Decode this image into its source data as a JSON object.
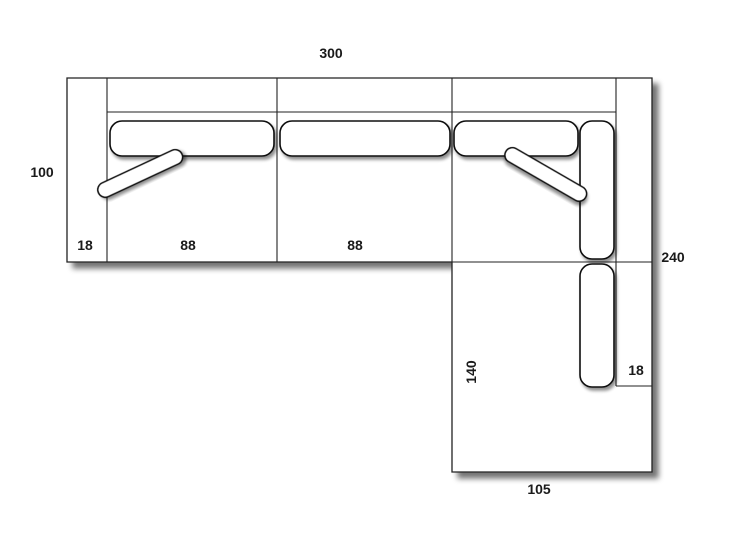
{
  "diagram": {
    "dimensions": {
      "total_width": "300",
      "depth": "100",
      "armrest_left": "18",
      "seat_1": "88",
      "seat_2": "88",
      "total_depth": "240",
      "chaise_length": "140",
      "chaise_width": "105",
      "armrest_right": "18"
    }
  }
}
